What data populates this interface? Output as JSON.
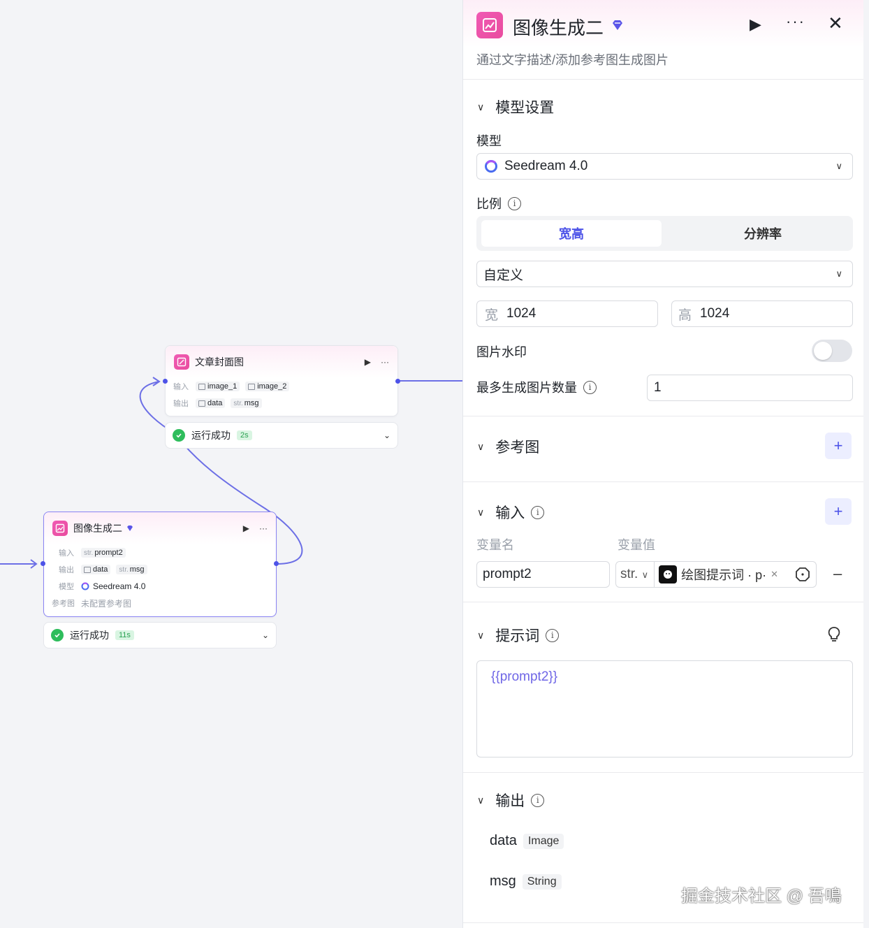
{
  "canvas": {
    "node1": {
      "title": "文章封面图",
      "run": "▶",
      "more": "···",
      "input_label": "输入",
      "output_label": "输出",
      "inputs": [
        "image_1",
        "image_2"
      ],
      "outputs": [
        {
          "type": "img",
          "name": "data"
        },
        {
          "type": "str.",
          "name": "msg"
        }
      ],
      "status": "运行成功",
      "time": "2s"
    },
    "node2": {
      "title": "图像生成二",
      "run": "▶",
      "more": "···",
      "input_label": "输入",
      "output_label": "输出",
      "model_label": "模型",
      "ref_label": "参考图",
      "input_type": "str.",
      "input_name": "prompt2",
      "outputs": [
        {
          "type": "img",
          "name": "data"
        },
        {
          "type": "str.",
          "name": "msg"
        }
      ],
      "model": "Seedream 4.0",
      "ref_value": "未配置参考图",
      "status": "运行成功",
      "time": "11s"
    },
    "accent": "#4d53e8",
    "success": "#2ebd5c"
  },
  "panel": {
    "title": "图像生成二",
    "description": "通过文字描述/添加参考图生成图片",
    "model_section": {
      "title": "模型设置",
      "model_label": "模型",
      "model_value": "Seedream 4.0",
      "ratio_label": "比例",
      "tabs": [
        "宽高",
        "分辨率"
      ],
      "active_tab": "宽高",
      "preset_value": "自定义",
      "width_label": "宽",
      "width_value": "1024",
      "height_label": "高",
      "height_value": "1024",
      "watermark_label": "图片水印",
      "watermark_on": false,
      "max_count_label": "最多生成图片数量",
      "max_count_value": "1"
    },
    "ref_section": {
      "title": "参考图"
    },
    "input_section": {
      "title": "输入",
      "col_name": "变量名",
      "col_value": "变量值",
      "var_name": "prompt2",
      "var_type": "str.",
      "var_ref": "绘图提示词 · p·"
    },
    "prompt_section": {
      "title": "提示词",
      "content": "{{prompt2}}"
    },
    "output_section": {
      "title": "输出",
      "outputs": [
        {
          "name": "data",
          "type": "Image"
        },
        {
          "name": "msg",
          "type": "String"
        }
      ]
    }
  },
  "watermark": "掘金技术社区 @ 吾鳴"
}
